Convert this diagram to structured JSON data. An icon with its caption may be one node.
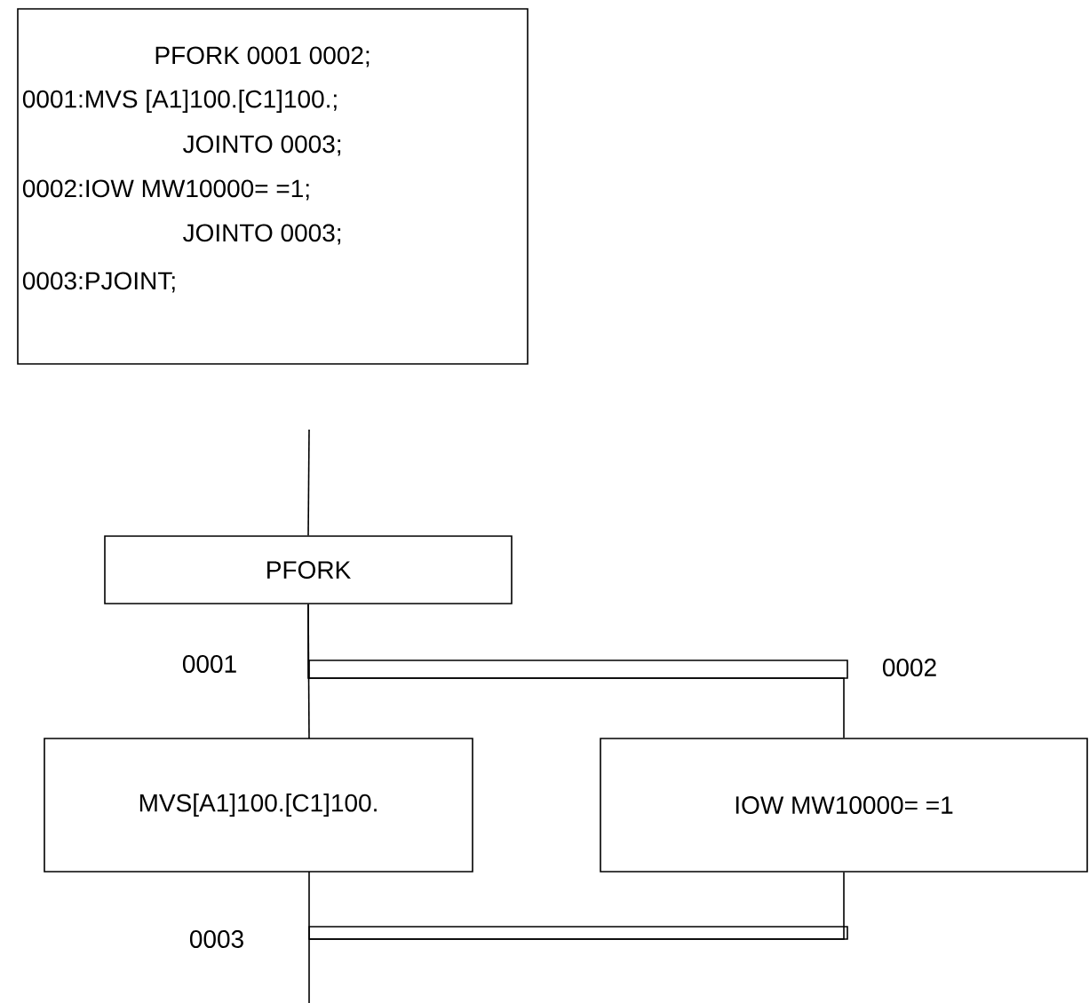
{
  "diagram": {
    "nodes": [
      {
        "text": [
          "PFORK 0001 0002;",
          "0001:MVS [A1]100.[C1]100.;",
          "JOINTO 0003;",
          "0002:IOW MW10000= =1;",
          "JOINTO 0003;",
          "0003:PJOINT;"
        ]
      },
      {
        "text": [
          "PFORK"
        ]
      },
      {
        "text": [
          "MVS[A1]100.[C1]100."
        ]
      },
      {
        "text": [
          "IOW MW10000= =1"
        ]
      }
    ],
    "edges": [
      {
        "from": null,
        "to": 1,
        "arrow": "none"
      },
      {
        "from": 1,
        "to": 2,
        "arrow": "none"
      },
      {
        "from": 1,
        "to": 3,
        "arrow": "none"
      },
      {
        "from": 2,
        "to": null,
        "arrow": "none"
      },
      {
        "from": 3,
        "to": null,
        "arrow": "none"
      }
    ],
    "labels": [
      "0001",
      "0002",
      "0003"
    ]
  }
}
